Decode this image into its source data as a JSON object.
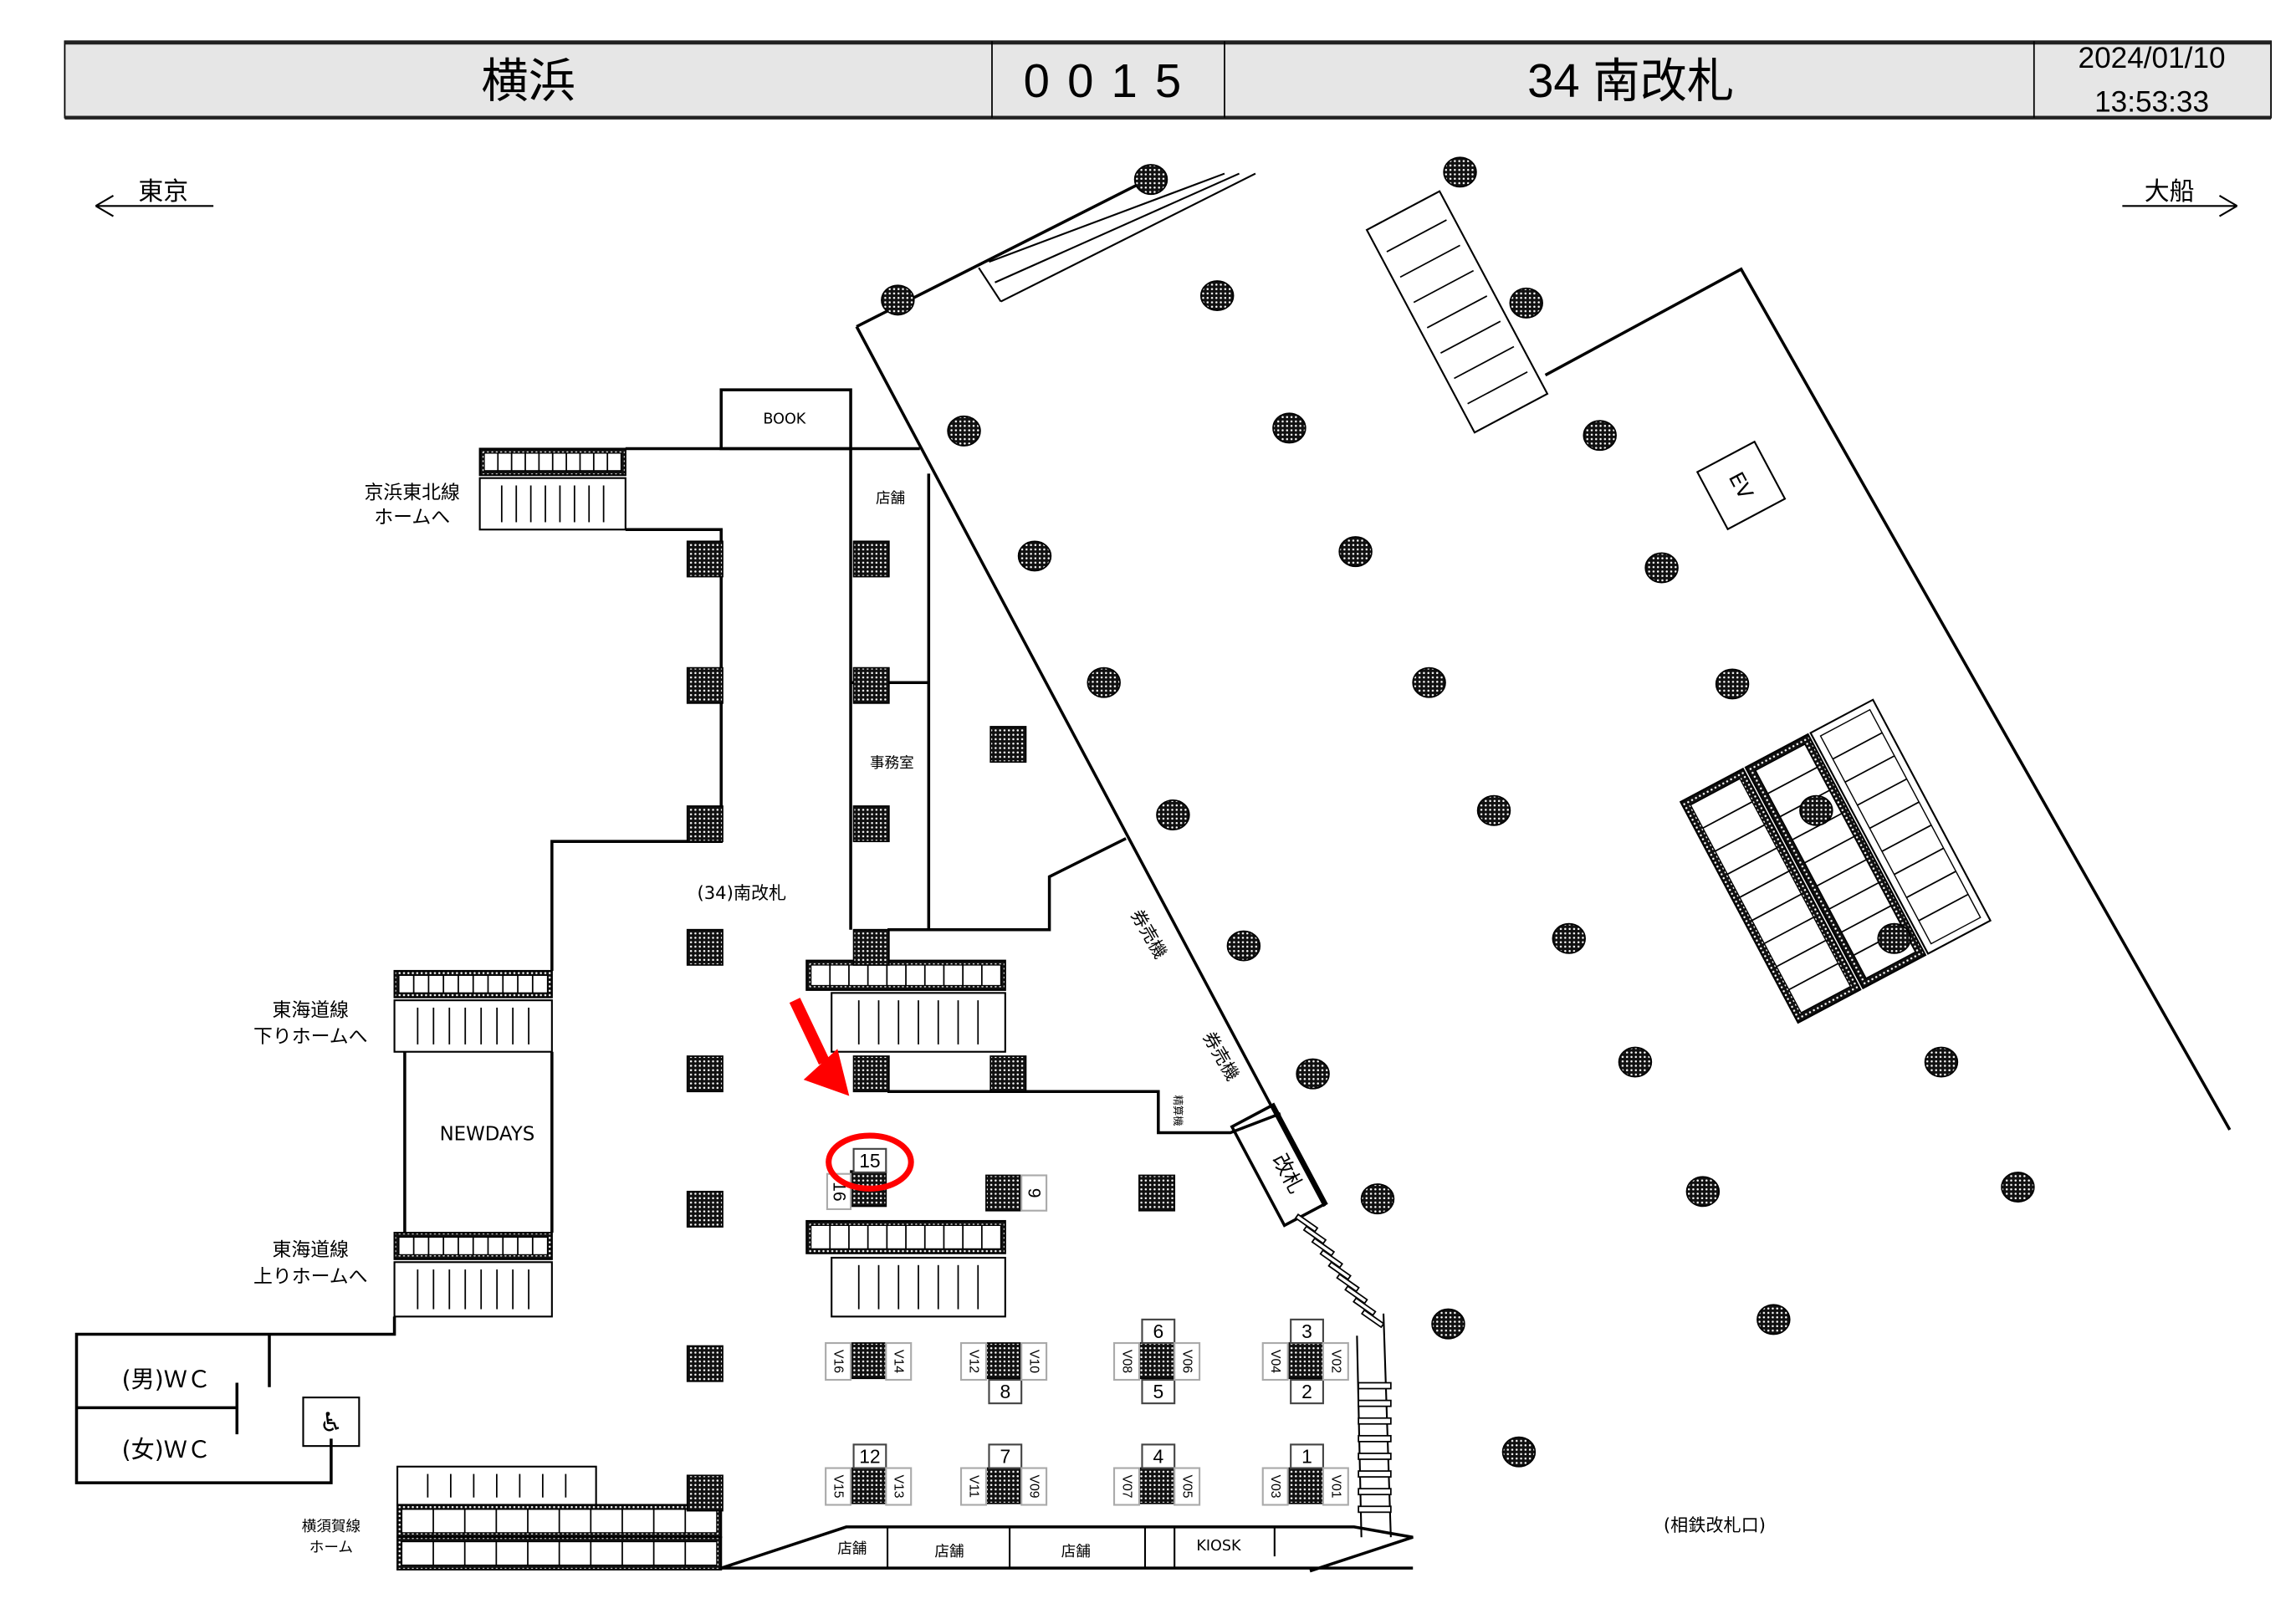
{
  "header": {
    "station": "横浜",
    "code": "0015",
    "location": "34 南改札",
    "date": "2024/01/10",
    "time": "13:53:33"
  },
  "directions": {
    "left": "東京",
    "right": "大船"
  },
  "labels": {
    "keihin_tohoku_1": "京浜東北線",
    "keihin_tohoku_2": "ホームへ",
    "tokaido_down_1": "東海道線",
    "tokaido_down_2": "下りホームへ",
    "tokaido_up_1": "東海道線",
    "tokaido_up_2": "上りホームへ",
    "yokosuka_1": "横須賀線",
    "yokosuka_2": "ホーム",
    "wc_men": "(男)ＷＣ",
    "wc_women": "(女)ＷＣ",
    "newdays": "NEWDAYS",
    "book": "BOOK",
    "shop_top": "店舗",
    "office": "事務室",
    "south_gate": "(34)南改札",
    "ticket_machine_1": "券売機",
    "ticket_machine_2": "券売機",
    "fare_adjust": "精算機",
    "gate": "改札",
    "shop_bottom_1": "店舗",
    "shop_bottom_2": "店舗",
    "shop_bottom_3": "店舗",
    "kiosk": "KIOSK",
    "ev": "EV",
    "sotetsu_gate": "(相鉄改札口)"
  },
  "ad_spots": {
    "highlighted": "15",
    "p15": "15",
    "p16": "16",
    "p9": "9",
    "p6": "6",
    "p5": "5",
    "p3": "3",
    "p2": "2",
    "p8": "8",
    "p12": "12",
    "p7": "7",
    "p4": "4",
    "p1": "1",
    "v16": "V16",
    "v14": "V14",
    "v12": "V12",
    "v10": "V10",
    "v08": "V08",
    "v06": "V06",
    "v04": "V04",
    "v02": "V02",
    "v15": "V15",
    "v13": "V13",
    "v11": "V11",
    "v09": "V09",
    "v07": "V07",
    "v05": "V05",
    "v03": "V03",
    "v01": "V01"
  },
  "colors": {
    "highlight": "#ff0000",
    "header_bg": "#e6e6e6"
  }
}
